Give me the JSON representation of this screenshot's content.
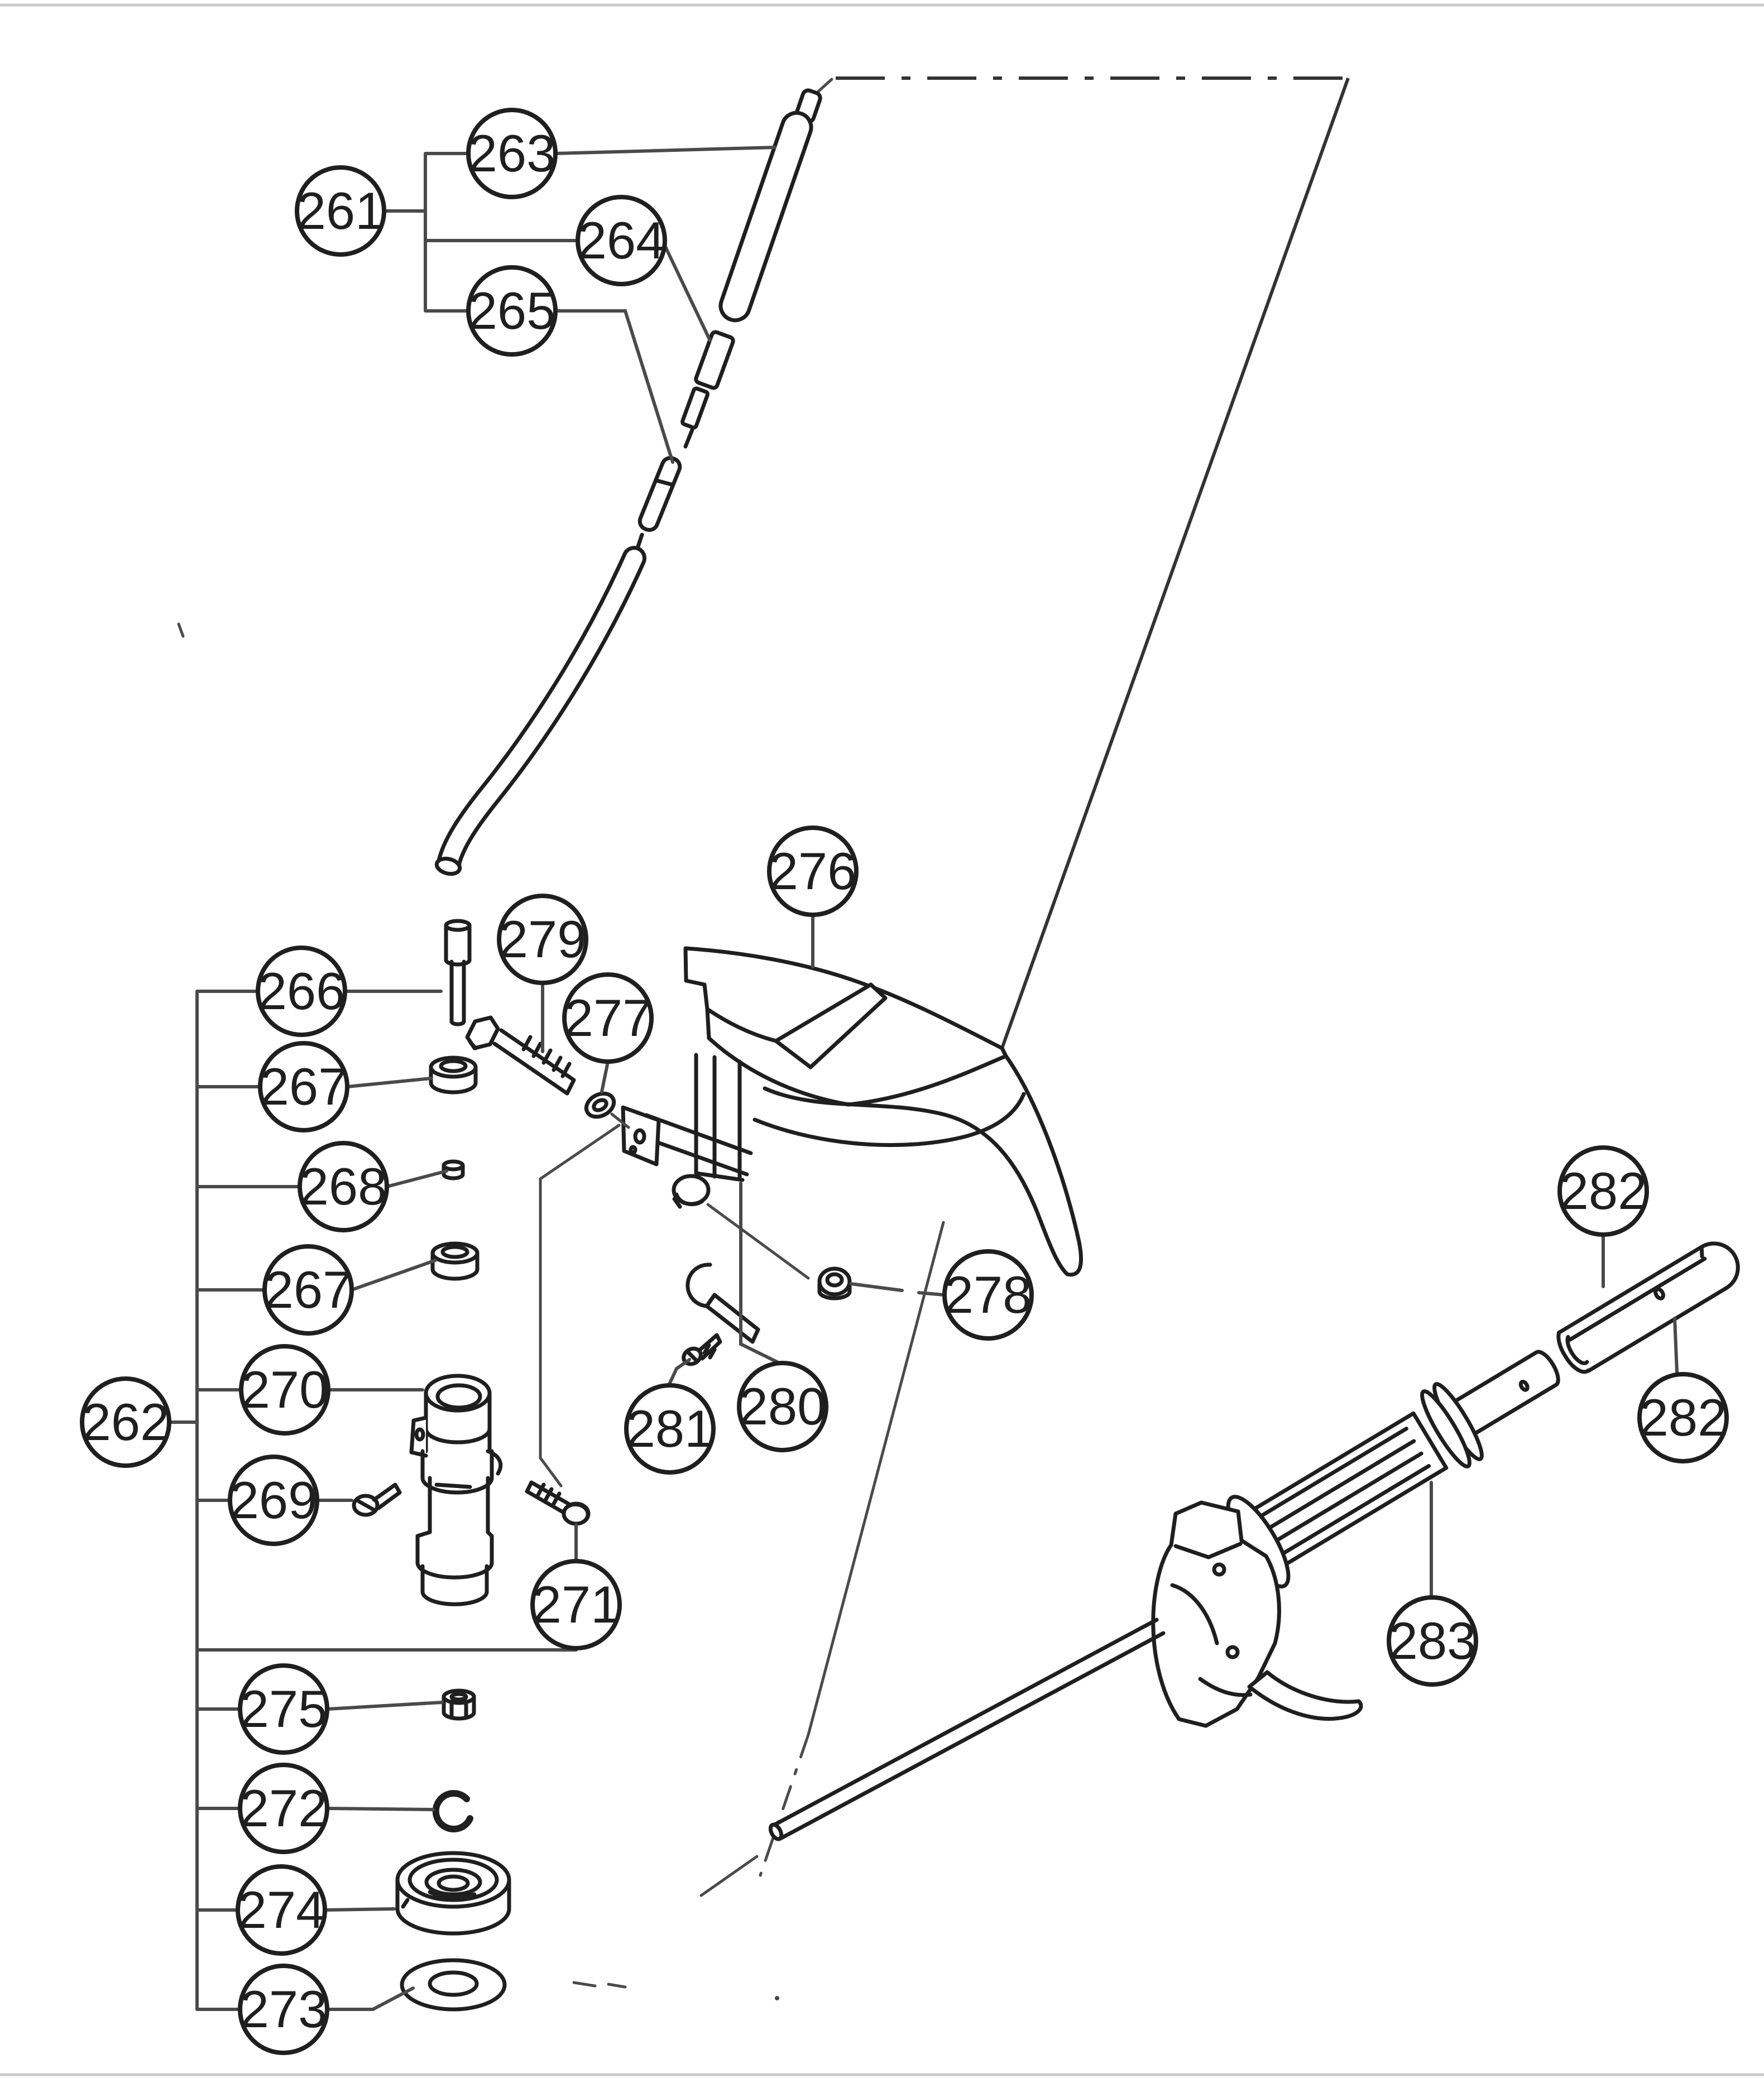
{
  "figure": {
    "type": "exploded-parts-diagram",
    "description": "Line-art exploded parts diagram of a trimmer shaft, guard and throttle handle with numbered balloon callouts",
    "background": "#ffffff",
    "part_line_color": "#1f1f1f",
    "leader_line_color": "#4a4a4a",
    "phantom_line_color": "#333333",
    "scan_border_color": "#c9c9c9"
  },
  "callouts": {
    "c261": {
      "label": "261"
    },
    "c262": {
      "label": "262"
    },
    "c263": {
      "label": "263"
    },
    "c264": {
      "label": "264"
    },
    "c265": {
      "label": "265"
    },
    "c266": {
      "label": "266"
    },
    "c267a": {
      "label": "267"
    },
    "c267b": {
      "label": "267"
    },
    "c268": {
      "label": "268"
    },
    "c269": {
      "label": "269"
    },
    "c270": {
      "label": "270"
    },
    "c271": {
      "label": "271"
    },
    "c272": {
      "label": "272"
    },
    "c273": {
      "label": "273"
    },
    "c274": {
      "label": "274"
    },
    "c275": {
      "label": "275"
    },
    "c276": {
      "label": "276"
    },
    "c277": {
      "label": "277"
    },
    "c278": {
      "label": "278"
    },
    "c279": {
      "label": "279"
    },
    "c280": {
      "label": "280"
    },
    "c281": {
      "label": "281"
    },
    "c282a": {
      "label": "282"
    },
    "c282b": {
      "label": "282"
    },
    "c283": {
      "label": "283"
    }
  }
}
